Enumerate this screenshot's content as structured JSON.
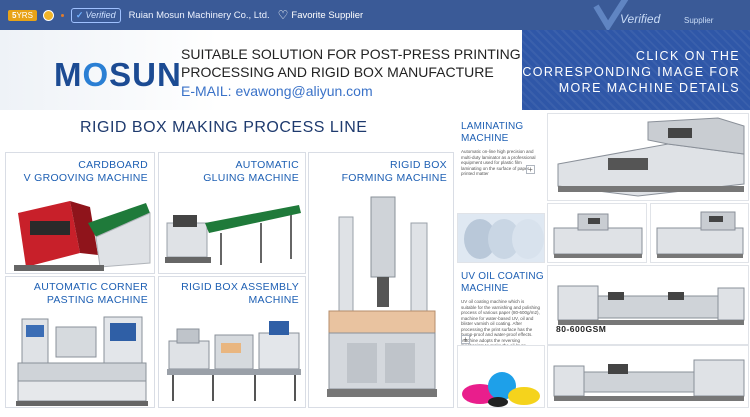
{
  "topbar": {
    "years": "5",
    "years_unit": "YRS",
    "verified": "Verified",
    "company": "Ruian Mosun Machinery Co., Ltd.",
    "favorite": "Favorite Supplier",
    "watermark_verified": "Verified",
    "watermark_supplier": "Supplier"
  },
  "banner": {
    "logo_prefix": "M",
    "logo_o": "O",
    "logo_suffix": "SUN",
    "tagline_1": "SUITABLE SOLUTION FOR POST-PRESS PRINTING",
    "tagline_2": "PROCESSING AND RIGID BOX MANUFACTURE",
    "email": "E-MAIL: evawong@aliyun.com",
    "cta_1": "CLICK ON THE",
    "cta_2": "CORRESPONDING IMAGE FOR",
    "cta_3": "MORE MACHINE DETAILS"
  },
  "process": {
    "title": "RIGID BOX MAKING PROCESS LINE",
    "cards": [
      {
        "line1": "CARDBOARD",
        "line2": "V GROOVING MACHINE"
      },
      {
        "line1": "AUTOMATIC",
        "line2": "GLUING MACHINE"
      },
      {
        "line1": "RIGID BOX",
        "line2": "FORMING MACHINE"
      },
      {
        "line1": "AUTOMATIC CORNER",
        "line2": "PASTING MACHINE"
      },
      {
        "line1": "RIGID BOX ASSEMBLY",
        "line2": "MACHINE"
      }
    ]
  },
  "catalog": {
    "laminating": {
      "line1": "LAMINATING",
      "line2": "MACHINE",
      "desc": "Automatic on-line high precision and multi-duty laminator as a professional equipment used for plastic film laminating on the surface of paper printed matter"
    },
    "uv": {
      "line1": "UV OIL COATING",
      "line2": "MACHINE",
      "desc": "UV oil coating machine which is suitable for the varnishing and polishing process of various paper (80-600g/m2), machine for water-based UV, oil and blister varnish oil coating. After processing the print surface has the bump-proof and water-proof effects. Machine adopts the reversing mechanism to make the oil layer smooth and fine, uses varnish oil and meets the high quality requirements."
    },
    "plus": "+",
    "gsm": "80-600GSM"
  },
  "colors": {
    "topbar": "#3a5a97",
    "banner_right": "#2f57a8",
    "label_blue": "#1d5fb3",
    "title_navy": "#1e3a6e",
    "accent_red": "#c8202a"
  },
  "icons": [
    "medal-icon",
    "verified-check-icon",
    "heart-icon",
    "chevron-down-icon",
    "plus-icon"
  ]
}
